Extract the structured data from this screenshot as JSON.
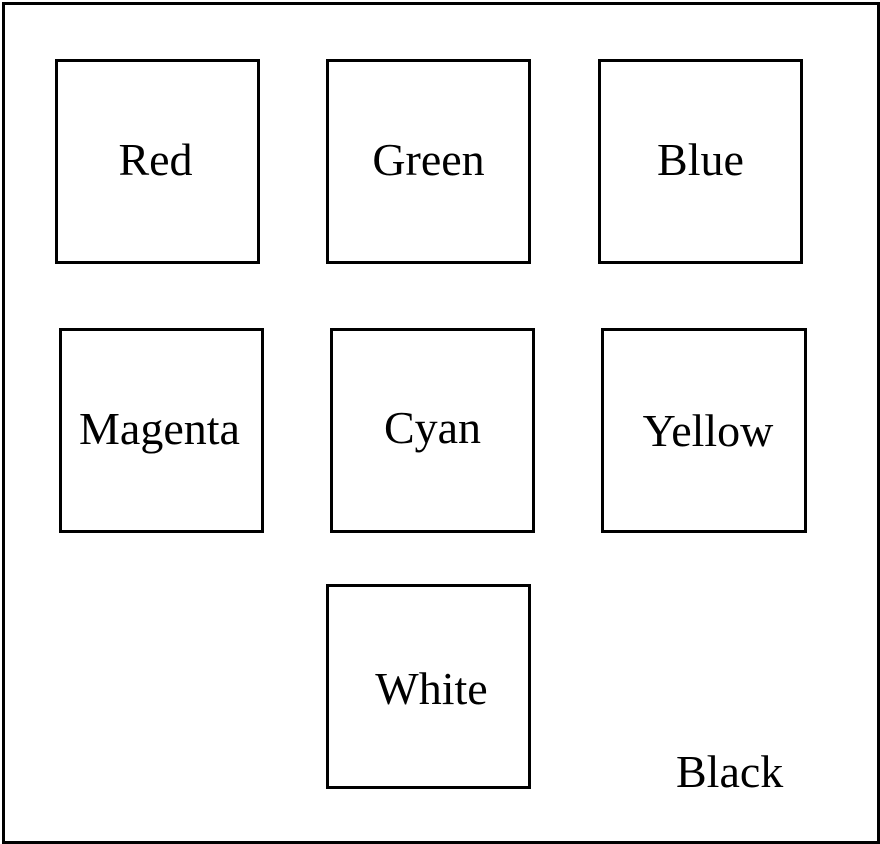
{
  "diagram": {
    "boxes": [
      {
        "label": "Red"
      },
      {
        "label": "Green"
      },
      {
        "label": "Blue"
      },
      {
        "label": "Magenta"
      },
      {
        "label": "Cyan"
      },
      {
        "label": "Yellow"
      },
      {
        "label": "White"
      }
    ],
    "background_label": "Black"
  }
}
